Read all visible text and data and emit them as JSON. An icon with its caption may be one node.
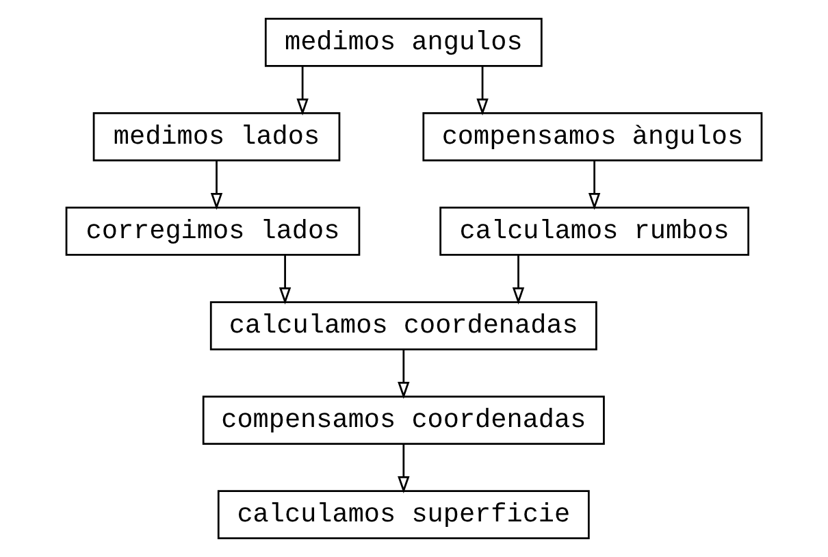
{
  "diagram": {
    "nodes": [
      {
        "text": [
          "medimos angulos"
        ]
      },
      {
        "text": [
          "medimos lados"
        ]
      },
      {
        "text": [
          "corregimos lados"
        ]
      },
      {
        "text": [
          "compensamos àngulos"
        ]
      },
      {
        "text": [
          "calculamos rumbos"
        ]
      },
      {
        "text": [
          "calculamos coordenadas"
        ]
      },
      {
        "text": [
          "compensamos coordenadas"
        ]
      },
      {
        "text": [
          "calculamos superficie"
        ]
      }
    ],
    "edges": [
      {
        "from": 0,
        "to": 1,
        "arrow": "to"
      },
      {
        "from": 1,
        "to": 2,
        "arrow": "to"
      },
      {
        "from": 0,
        "to": 3,
        "arrow": "to"
      },
      {
        "from": 3,
        "to": 4,
        "arrow": "to"
      },
      {
        "from": 2,
        "to": 5,
        "arrow": "to"
      },
      {
        "from": 4,
        "to": 5,
        "arrow": "to"
      },
      {
        "from": 5,
        "to": 6,
        "arrow": "to"
      },
      {
        "from": 6,
        "to": 7,
        "arrow": "to"
      }
    ]
  }
}
